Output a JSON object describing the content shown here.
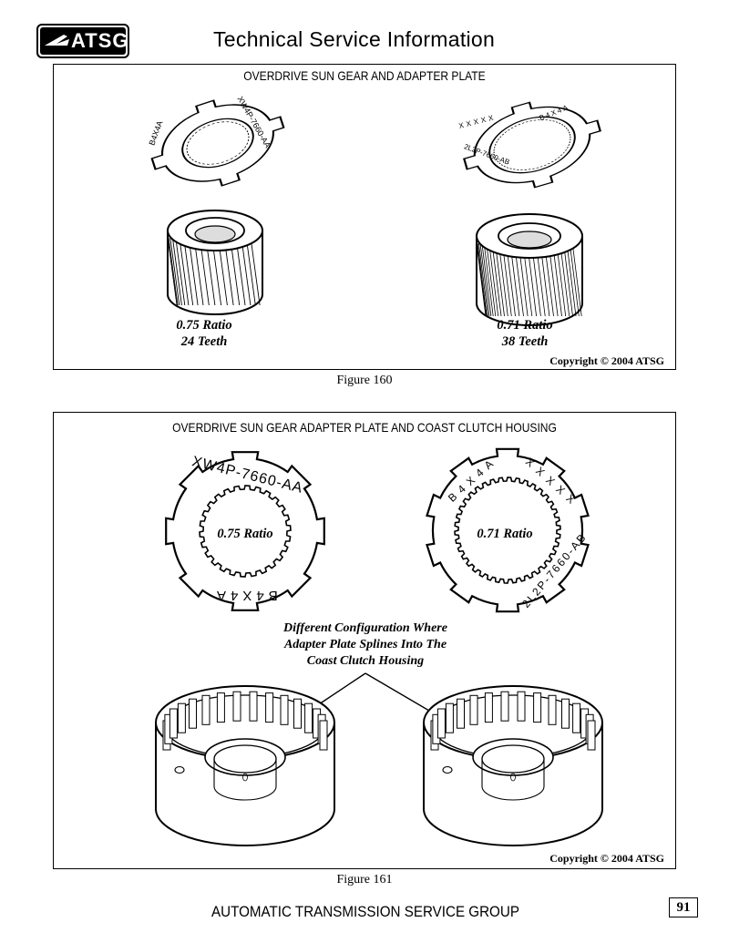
{
  "header": {
    "logo_text": "ATSG",
    "title": "Technical Service Information"
  },
  "figure160": {
    "title": "OVERDRIVE SUN GEAR AND ADAPTER PLATE",
    "left_plate_markings": {
      "top": "XW4P-7660-AA",
      "side": "B4X4A"
    },
    "right_plate_markings": {
      "top": "B4X4A",
      "side": "2L2P-7660-AB",
      "marks": "XXXXX"
    },
    "left_gear": {
      "ratio": "0.75 Ratio",
      "teeth": "24 Teeth"
    },
    "right_gear": {
      "ratio": "0.71 Ratio",
      "teeth": "38 Teeth"
    },
    "copyright": "Copyright © 2004 ATSG",
    "caption": "Figure 160"
  },
  "figure161": {
    "title": "OVERDRIVE SUN GEAR ADAPTER PLATE AND COAST CLUTCH HOUSING",
    "left_plate": {
      "top_mark": "XW4P-7660-AA",
      "bottom_mark": "B4X4A",
      "ratio": "0.75 Ratio"
    },
    "right_plate": {
      "top_mark": "B4X4A",
      "side_mark": "2L2P-7660-AB",
      "x_marks": "XXXXX",
      "ratio": "0.71 Ratio"
    },
    "annotation_line1": "Different Configuration Where",
    "annotation_line2": "Adapter Plate Splines Into The",
    "annotation_line3": "Coast Clutch Housing",
    "copyright": "Copyright © 2004 ATSG",
    "caption": "Figure 161"
  },
  "footer": {
    "text": "AUTOMATIC TRANSMISSION SERVICE GROUP",
    "page_number": "91"
  }
}
